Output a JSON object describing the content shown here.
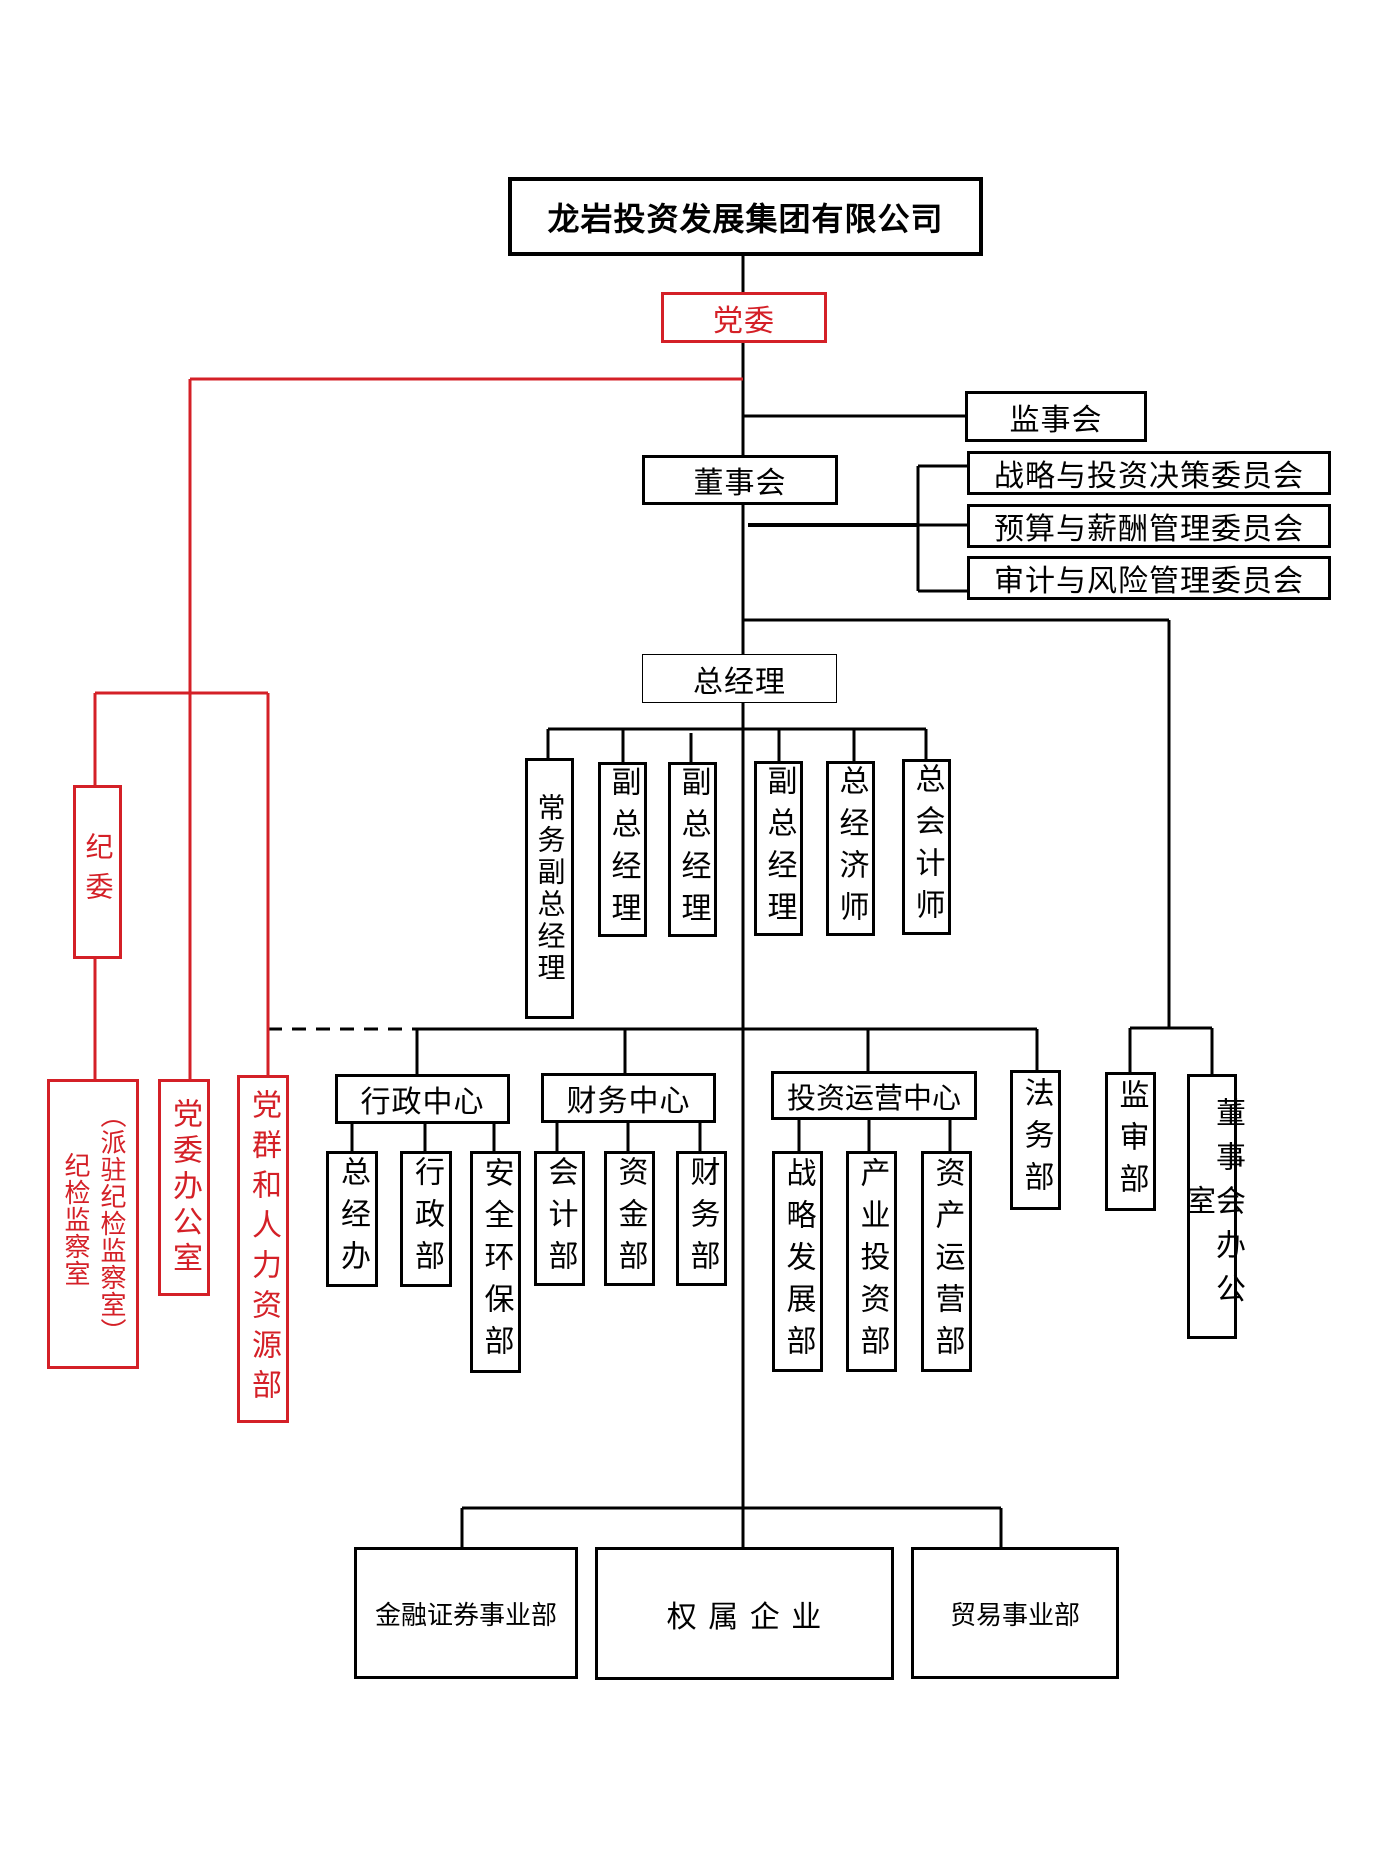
{
  "title": "龙岩投资发展集团有限公司",
  "colors": {
    "line": "#000000",
    "party": "#d42027"
  },
  "party_committee": "党委",
  "party_units": {
    "discipline_committee": "纪委",
    "discipline_office": "纪检监察室",
    "discipline_office_note": "（派驻纪检监察室）",
    "party_office": "党委办公室",
    "party_hr": "党群和人力资源部"
  },
  "supervisory_board": "监事会",
  "board": "董事会",
  "board_committees": [
    "战略与投资决策委员会",
    "预算与薪酬管理委员会",
    "审计与风险管理委员会"
  ],
  "general_manager": "总经理",
  "executives": [
    "常务副总经理",
    "副总经理",
    "副总经理",
    "副总经理",
    "总经济师",
    "总会计师"
  ],
  "centers": [
    {
      "name": "行政中心",
      "departments": [
        "总经办",
        "行政部",
        "安全环保部"
      ]
    },
    {
      "name": "财务中心",
      "departments": [
        "会计部",
        "资金部",
        "财务部"
      ]
    },
    {
      "name": "投资运营中心",
      "departments": [
        "战略发展部",
        "产业投资部",
        "资产运营部"
      ]
    }
  ],
  "legal_department": "法务部",
  "board_units": [
    "监审部",
    "董事会办公室"
  ],
  "business_units": [
    "金融证券事业部",
    "权 属 企 业",
    "贸易事业部"
  ]
}
